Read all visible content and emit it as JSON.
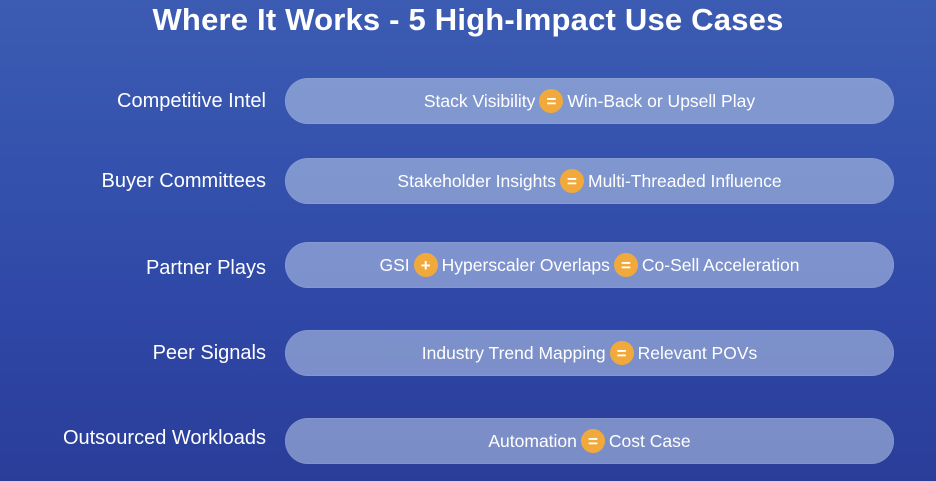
{
  "title": "Where It Works - 5 High-Impact Use Cases",
  "colors": {
    "background": "#3452ad",
    "pill": "#a9b9e0",
    "operator_badge": "#f2a93b"
  },
  "use_cases": [
    {
      "label": "Competitive Intel",
      "parts": [
        "Stack Visibility",
        "=",
        "Win-Back or Upsell Play"
      ]
    },
    {
      "label": "Buyer Committees",
      "parts": [
        "Stakeholder Insights",
        "=",
        "Multi-Threaded Influence"
      ]
    },
    {
      "label": "Partner Plays",
      "parts": [
        "GSI",
        "+",
        "Hyperscaler Overlaps",
        "=",
        "Co-Sell Acceleration"
      ]
    },
    {
      "label": "Peer Signals",
      "parts": [
        "Industry Trend Mapping",
        "=",
        "Relevant POVs"
      ]
    },
    {
      "label": "Outsourced Workloads",
      "parts": [
        "Automation",
        "=",
        "Cost Case"
      ]
    }
  ]
}
